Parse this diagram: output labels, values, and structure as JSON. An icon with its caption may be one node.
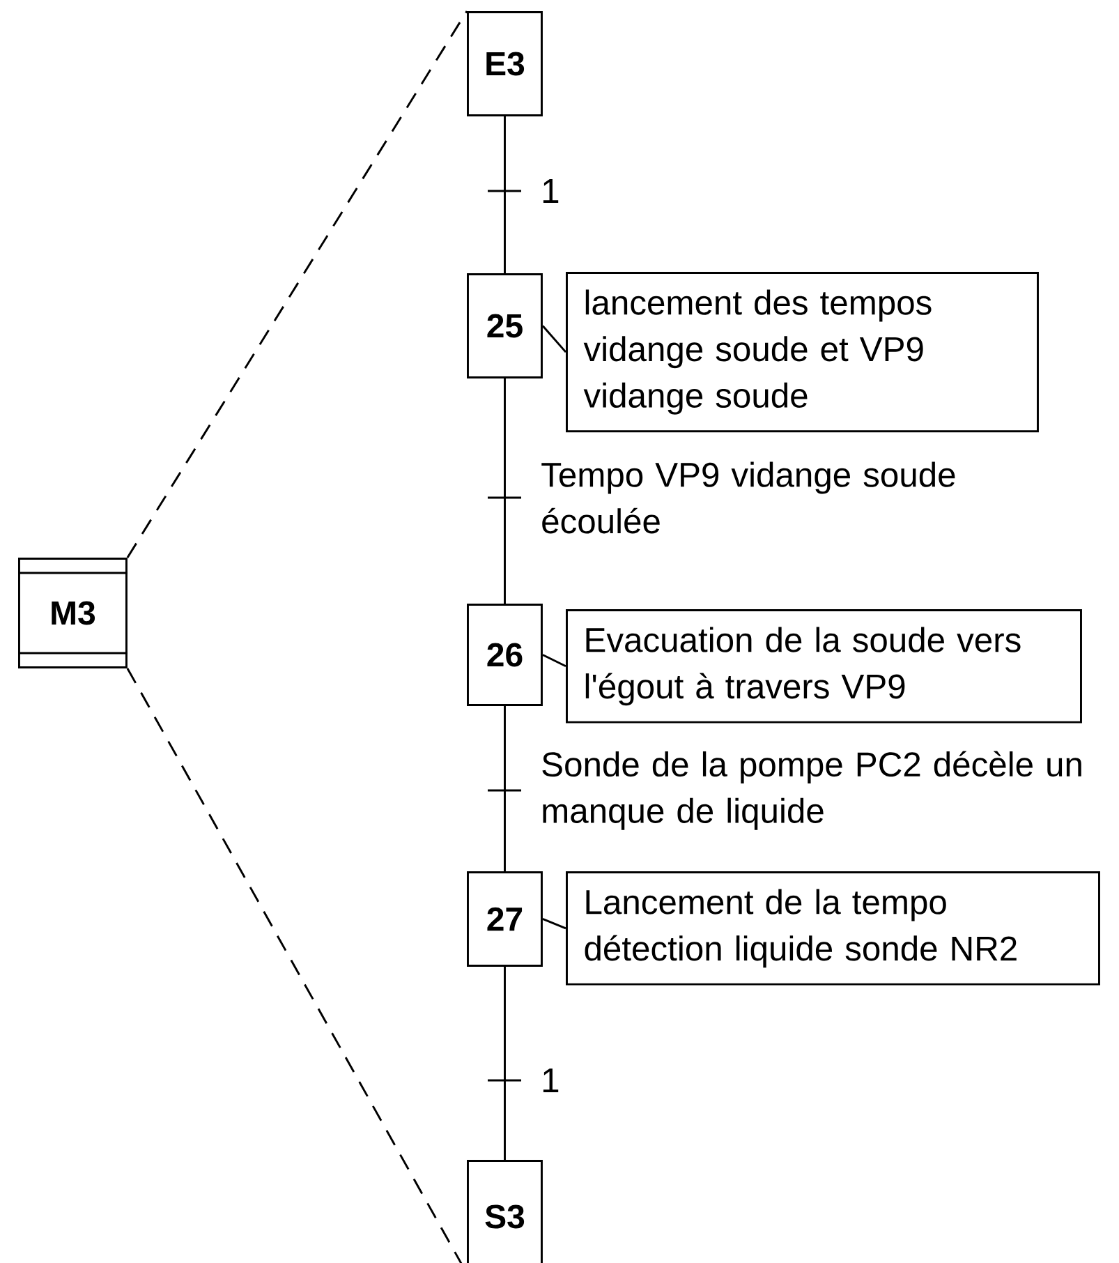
{
  "diagram": {
    "nodes": [
      {
        "text": [
          "M3"
        ]
      },
      {
        "text": [
          "E3"
        ]
      },
      {
        "text": [
          "25"
        ]
      },
      {
        "text": [
          "lancement des tempos vidange soude et VP9 vidange soude"
        ]
      },
      {
        "text": [
          "26"
        ]
      },
      {
        "text": [
          "Evacuation de la soude vers l'égout à travers VP9"
        ]
      },
      {
        "text": [
          "27"
        ]
      },
      {
        "text": [
          "Lancement de la tempo détection liquide sonde NR2"
        ]
      },
      {
        "text": [
          "S3"
        ]
      }
    ],
    "edges": [
      {
        "from": 1,
        "to": 2,
        "arrow": "none",
        "label": "1"
      },
      {
        "from": 2,
        "to": 4,
        "arrow": "none",
        "label": "Tempo VP9 vidange soude écoulée"
      },
      {
        "from": 4,
        "to": 6,
        "arrow": "none",
        "label": "Sonde de la pompe PC2 décèle un manque de liquide"
      },
      {
        "from": 6,
        "to": 8,
        "arrow": "none",
        "label": "1"
      },
      {
        "from": 2,
        "to": 3,
        "arrow": "none"
      },
      {
        "from": 4,
        "to": 5,
        "arrow": "none"
      },
      {
        "from": 6,
        "to": 7,
        "arrow": "none"
      },
      {
        "from": 0,
        "to": 1,
        "arrow": "none",
        "style": "dashed"
      },
      {
        "from": 0,
        "to": 8,
        "arrow": "none",
        "style": "dashed"
      }
    ]
  }
}
